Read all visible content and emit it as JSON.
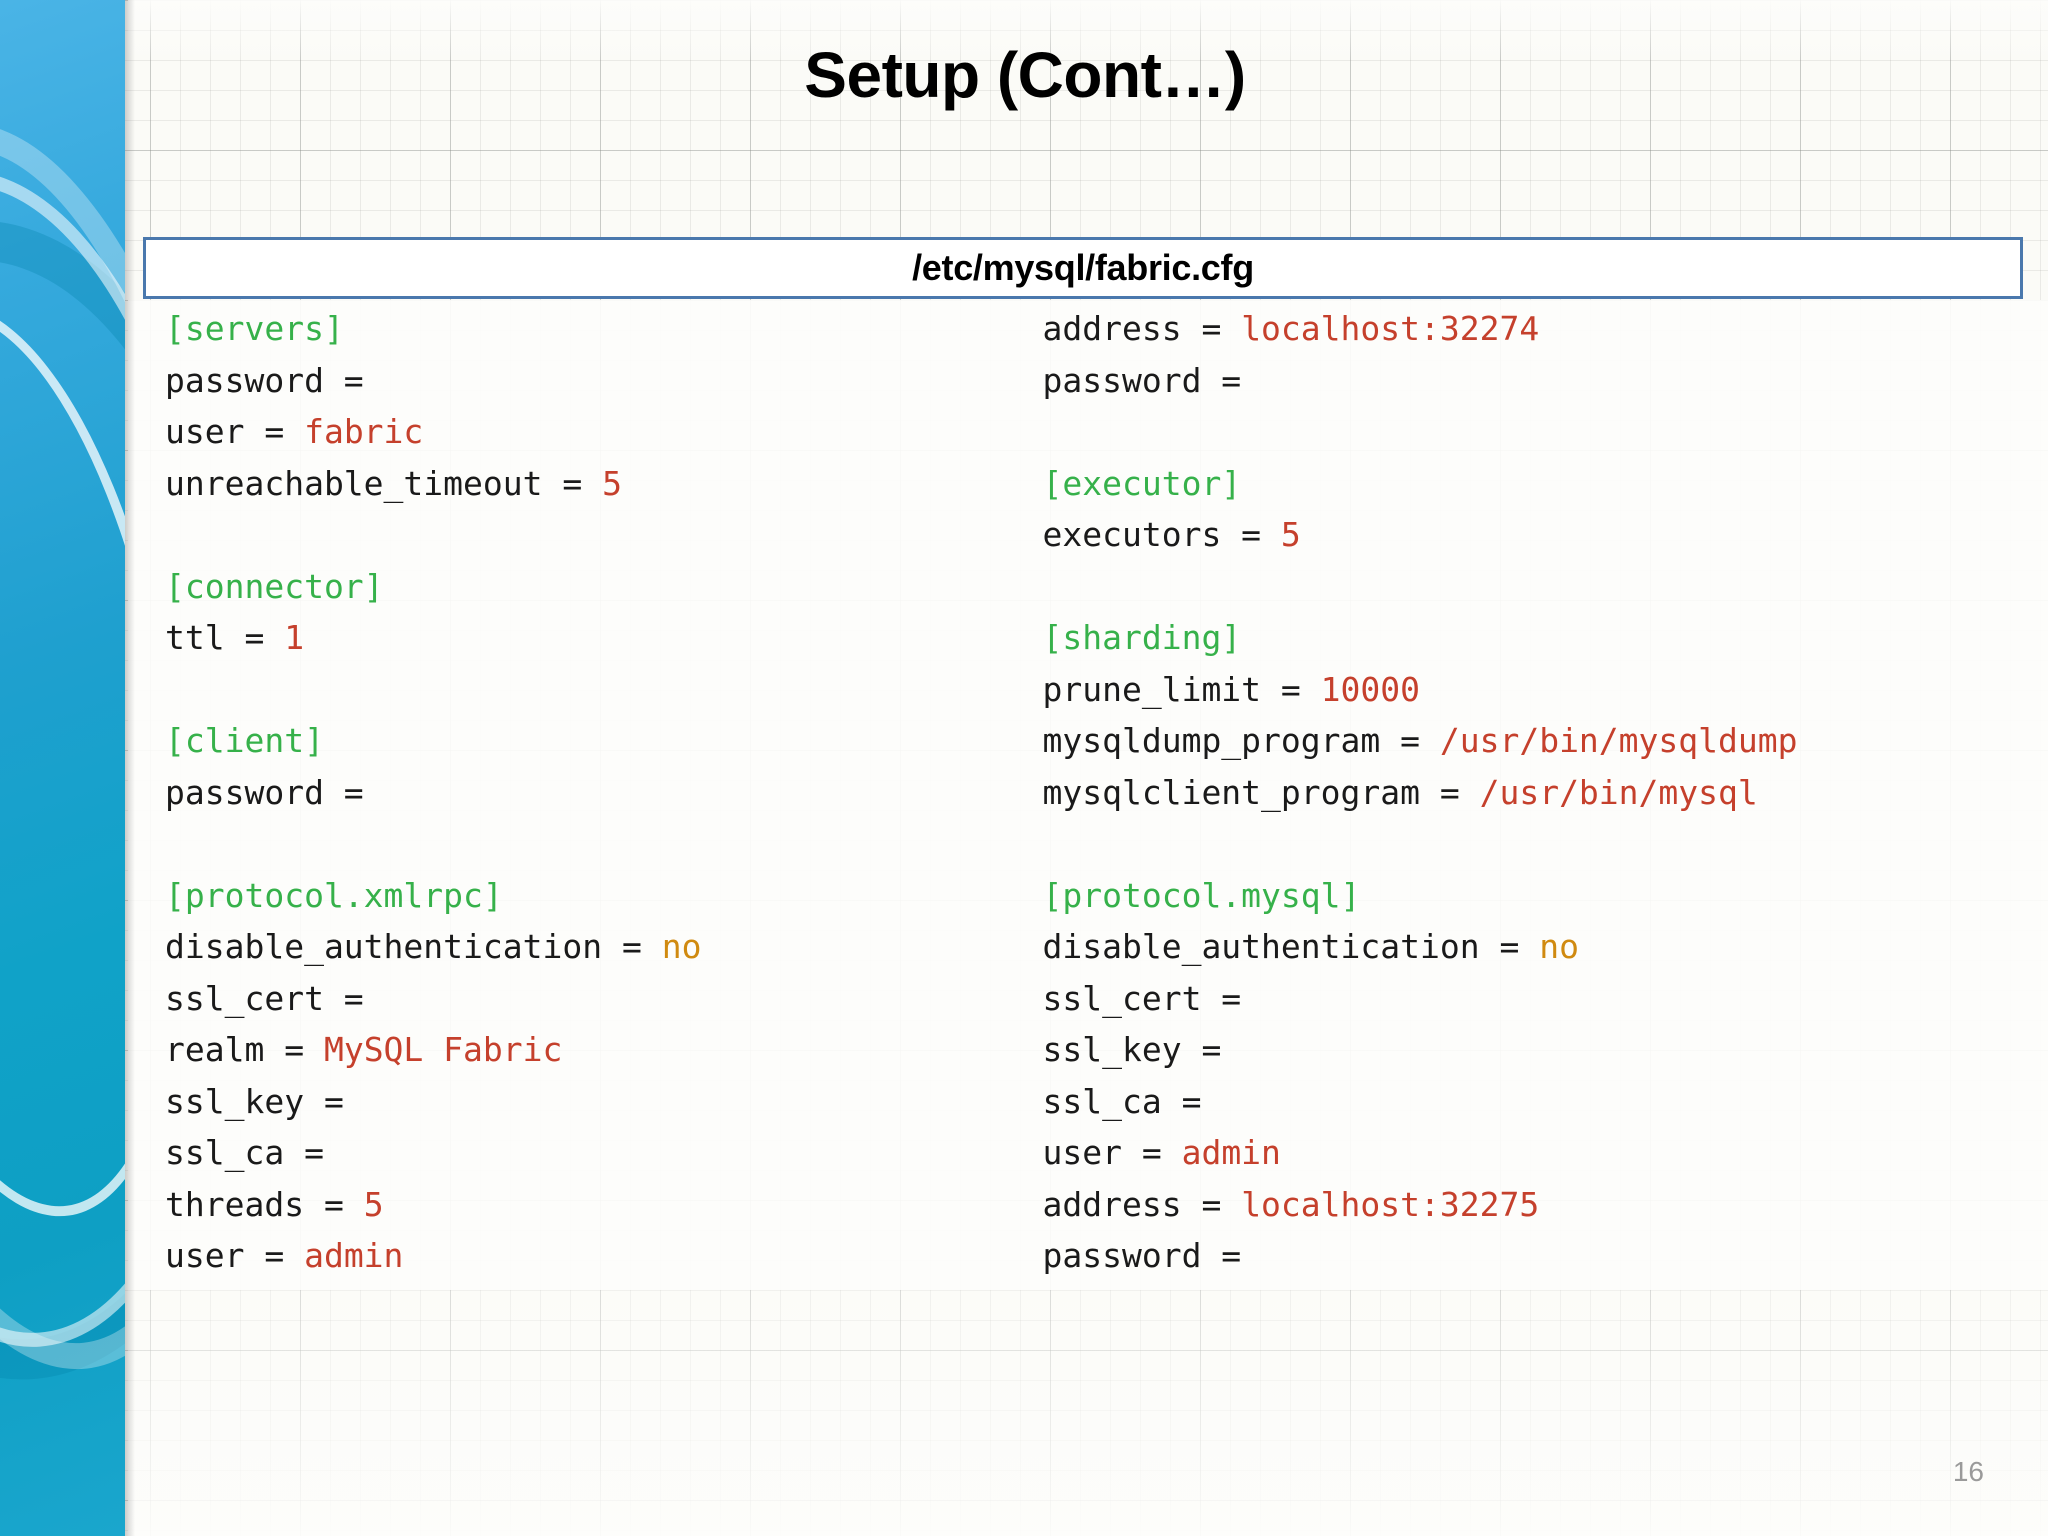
{
  "slide": {
    "title": "Setup (Cont…)",
    "page_number": "16"
  },
  "file_box": {
    "filename": "/etc/mysql/fabric.cfg",
    "border_color": "#4a78ad"
  },
  "colors": {
    "section": "#36b14a",
    "value": "#c5402c",
    "boolean": "#d08a10",
    "key": "#1a1a1a",
    "sidebar_blue": "#1fa0cf",
    "page_number": "#9a9a9a"
  },
  "config": {
    "left_column": [
      {
        "type": "section",
        "text": "[servers]"
      },
      {
        "type": "pair",
        "key": "password = ",
        "value": ""
      },
      {
        "type": "pair",
        "key": "user = ",
        "value": "fabric",
        "value_kind": "value"
      },
      {
        "type": "pair",
        "key": "unreachable_timeout = ",
        "value": "5",
        "value_kind": "value"
      },
      {
        "type": "blank",
        "text": ""
      },
      {
        "type": "section",
        "text": "[connector]"
      },
      {
        "type": "pair",
        "key": "ttl = ",
        "value": "1",
        "value_kind": "value"
      },
      {
        "type": "blank",
        "text": ""
      },
      {
        "type": "section",
        "text": "[client]"
      },
      {
        "type": "pair",
        "key": "password = ",
        "value": ""
      },
      {
        "type": "blank",
        "text": ""
      },
      {
        "type": "section",
        "text": "[protocol.xmlrpc]"
      },
      {
        "type": "pair",
        "key": "disable_authentication = ",
        "value": "no",
        "value_kind": "boolean"
      },
      {
        "type": "pair",
        "key": "ssl_cert = ",
        "value": ""
      },
      {
        "type": "pair",
        "key": "realm = ",
        "value": "MySQL Fabric",
        "value_kind": "value"
      },
      {
        "type": "pair",
        "key": "ssl_key = ",
        "value": ""
      },
      {
        "type": "pair",
        "key": "ssl_ca = ",
        "value": ""
      },
      {
        "type": "pair",
        "key": "threads = ",
        "value": "5",
        "value_kind": "value"
      },
      {
        "type": "pair",
        "key": "user = ",
        "value": "admin",
        "value_kind": "value"
      }
    ],
    "right_column": [
      {
        "type": "pair",
        "key": "address = ",
        "value": "localhost:32274",
        "value_kind": "value"
      },
      {
        "type": "pair",
        "key": "password = ",
        "value": ""
      },
      {
        "type": "blank",
        "text": ""
      },
      {
        "type": "section",
        "text": "[executor]"
      },
      {
        "type": "pair",
        "key": "executors = ",
        "value": "5",
        "value_kind": "value"
      },
      {
        "type": "blank",
        "text": ""
      },
      {
        "type": "section",
        "text": "[sharding]"
      },
      {
        "type": "pair",
        "key": "prune_limit = ",
        "value": "10000",
        "value_kind": "value"
      },
      {
        "type": "pair",
        "key": "mysqldump_program = ",
        "value": "/usr/bin/mysqldump",
        "value_kind": "value"
      },
      {
        "type": "pair",
        "key": "mysqlclient_program = ",
        "value": "/usr/bin/mysql",
        "value_kind": "value"
      },
      {
        "type": "blank",
        "text": ""
      },
      {
        "type": "section",
        "text": "[protocol.mysql]"
      },
      {
        "type": "pair",
        "key": "disable_authentication = ",
        "value": "no",
        "value_kind": "boolean"
      },
      {
        "type": "pair",
        "key": "ssl_cert = ",
        "value": ""
      },
      {
        "type": "pair",
        "key": "ssl_key = ",
        "value": ""
      },
      {
        "type": "pair",
        "key": "ssl_ca = ",
        "value": ""
      },
      {
        "type": "pair",
        "key": "user = ",
        "value": "admin",
        "value_kind": "value"
      },
      {
        "type": "pair",
        "key": "address = ",
        "value": "localhost:32275",
        "value_kind": "value"
      },
      {
        "type": "pair",
        "key": "password = ",
        "value": ""
      }
    ]
  }
}
